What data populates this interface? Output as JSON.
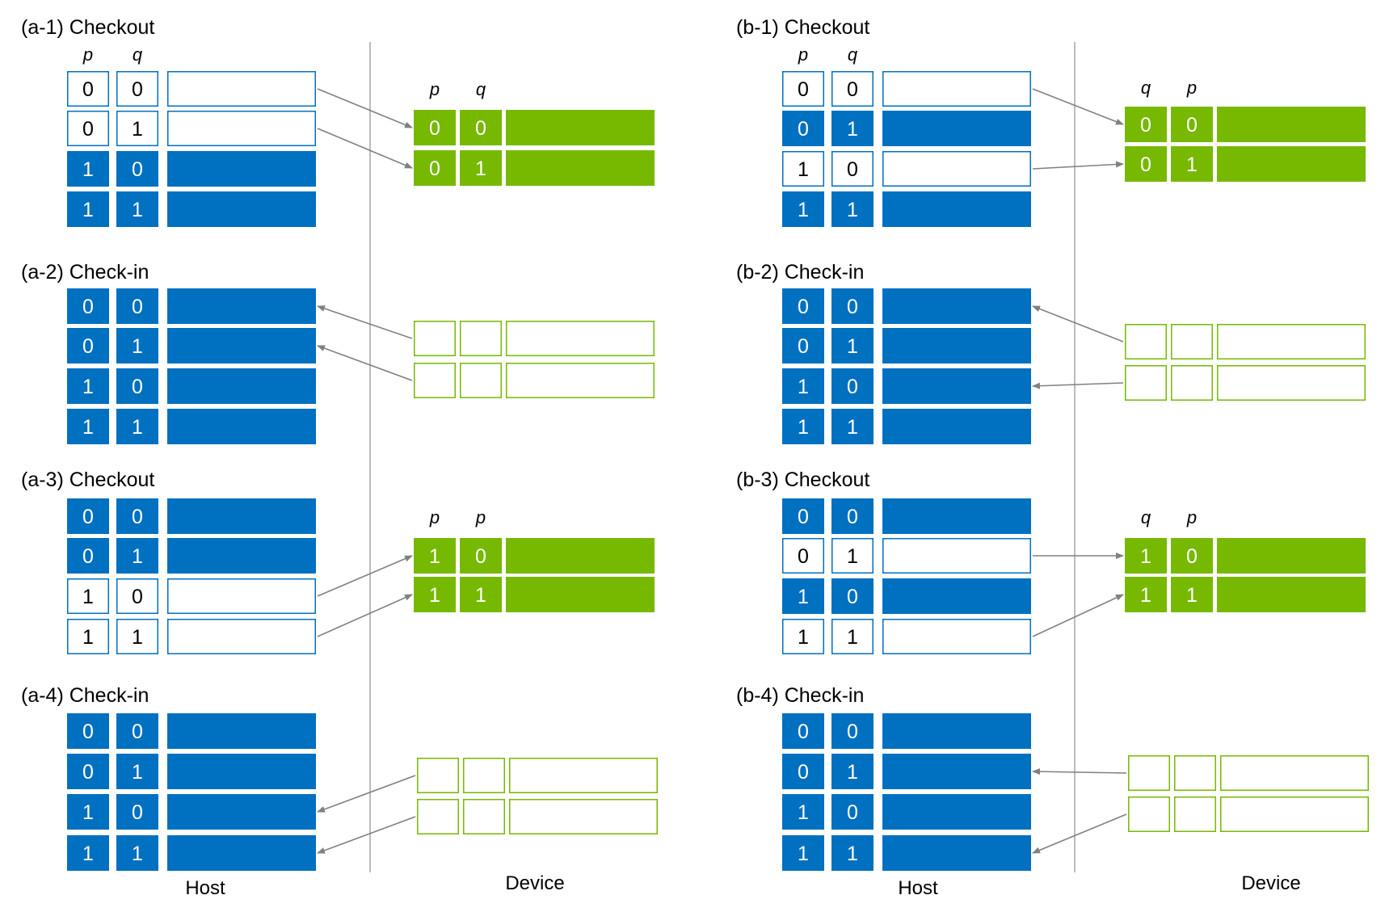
{
  "colors": {
    "host_filled": "#0070C0",
    "host_outline": "#0070C0",
    "device_filled": "#76B900",
    "device_outline": "#76B900",
    "divider": "#A6A6A6",
    "arrow": "#808080"
  },
  "labels": {
    "host_left": "Host",
    "device_left": "Device",
    "host_right": "Host",
    "device_right": "Device"
  },
  "panels": [
    {
      "id": "a-1",
      "title": "(a-1) Checkout",
      "host_header": [
        "p",
        "q"
      ],
      "device_header": [
        "p",
        "q"
      ],
      "host_rows": [
        {
          "bits": [
            "0",
            "0"
          ],
          "state": "empty"
        },
        {
          "bits": [
            "0",
            "1"
          ],
          "state": "empty"
        },
        {
          "bits": [
            "1",
            "0"
          ],
          "state": "filled"
        },
        {
          "bits": [
            "1",
            "1"
          ],
          "state": "filled"
        }
      ],
      "device_rows": [
        {
          "bits": [
            "0",
            "0"
          ],
          "state": "filled"
        },
        {
          "bits": [
            "0",
            "1"
          ],
          "state": "filled"
        }
      ],
      "direction": "to-device"
    },
    {
      "id": "a-2",
      "title": "(a-2) Check-in",
      "host_header": [],
      "device_header": [],
      "host_rows": [
        {
          "bits": [
            "0",
            "0"
          ],
          "state": "filled"
        },
        {
          "bits": [
            "0",
            "1"
          ],
          "state": "filled"
        },
        {
          "bits": [
            "1",
            "0"
          ],
          "state": "filled"
        },
        {
          "bits": [
            "1",
            "1"
          ],
          "state": "filled"
        }
      ],
      "device_rows": [
        {
          "bits": [
            "",
            ""
          ],
          "state": "empty"
        },
        {
          "bits": [
            "",
            ""
          ],
          "state": "empty"
        }
      ],
      "direction": "to-host"
    },
    {
      "id": "a-3",
      "title": "(a-3) Checkout",
      "host_header": [],
      "device_header": [
        "p",
        "p"
      ],
      "host_rows": [
        {
          "bits": [
            "0",
            "0"
          ],
          "state": "filled"
        },
        {
          "bits": [
            "0",
            "1"
          ],
          "state": "filled"
        },
        {
          "bits": [
            "1",
            "0"
          ],
          "state": "empty"
        },
        {
          "bits": [
            "1",
            "1"
          ],
          "state": "empty"
        }
      ],
      "device_rows": [
        {
          "bits": [
            "1",
            "0"
          ],
          "state": "filled"
        },
        {
          "bits": [
            "1",
            "1"
          ],
          "state": "filled"
        }
      ],
      "direction": "to-device"
    },
    {
      "id": "a-4",
      "title": "(a-4) Check-in",
      "host_header": [],
      "device_header": [],
      "host_rows": [
        {
          "bits": [
            "0",
            "0"
          ],
          "state": "filled"
        },
        {
          "bits": [
            "0",
            "1"
          ],
          "state": "filled"
        },
        {
          "bits": [
            "1",
            "0"
          ],
          "state": "filled"
        },
        {
          "bits": [
            "1",
            "1"
          ],
          "state": "filled"
        }
      ],
      "device_rows": [
        {
          "bits": [
            "",
            ""
          ],
          "state": "empty"
        },
        {
          "bits": [
            "",
            ""
          ],
          "state": "empty"
        }
      ],
      "direction": "to-host"
    },
    {
      "id": "b-1",
      "title": "(b-1) Checkout",
      "host_header": [
        "p",
        "q"
      ],
      "device_header": [
        "q",
        "p"
      ],
      "host_rows": [
        {
          "bits": [
            "0",
            "0"
          ],
          "state": "empty"
        },
        {
          "bits": [
            "0",
            "1"
          ],
          "state": "filled"
        },
        {
          "bits": [
            "1",
            "0"
          ],
          "state": "empty"
        },
        {
          "bits": [
            "1",
            "1"
          ],
          "state": "filled"
        }
      ],
      "device_rows": [
        {
          "bits": [
            "0",
            "0"
          ],
          "state": "filled"
        },
        {
          "bits": [
            "0",
            "1"
          ],
          "state": "filled"
        }
      ],
      "direction": "to-device"
    },
    {
      "id": "b-2",
      "title": "(b-2) Check-in",
      "host_header": [],
      "device_header": [],
      "host_rows": [
        {
          "bits": [
            "0",
            "0"
          ],
          "state": "filled"
        },
        {
          "bits": [
            "0",
            "1"
          ],
          "state": "filled"
        },
        {
          "bits": [
            "1",
            "0"
          ],
          "state": "filled"
        },
        {
          "bits": [
            "1",
            "1"
          ],
          "state": "filled"
        }
      ],
      "device_rows": [
        {
          "bits": [
            "",
            ""
          ],
          "state": "empty"
        },
        {
          "bits": [
            "",
            ""
          ],
          "state": "empty"
        }
      ],
      "direction": "to-host"
    },
    {
      "id": "b-3",
      "title": "(b-3) Checkout",
      "host_header": [],
      "device_header": [
        "q",
        "p"
      ],
      "host_rows": [
        {
          "bits": [
            "0",
            "0"
          ],
          "state": "filled"
        },
        {
          "bits": [
            "0",
            "1"
          ],
          "state": "empty"
        },
        {
          "bits": [
            "1",
            "0"
          ],
          "state": "filled"
        },
        {
          "bits": [
            "1",
            "1"
          ],
          "state": "empty"
        }
      ],
      "device_rows": [
        {
          "bits": [
            "1",
            "0"
          ],
          "state": "filled"
        },
        {
          "bits": [
            "1",
            "1"
          ],
          "state": "filled"
        }
      ],
      "direction": "to-device"
    },
    {
      "id": "b-4",
      "title": "(b-4) Check-in",
      "host_header": [],
      "device_header": [],
      "host_rows": [
        {
          "bits": [
            "0",
            "0"
          ],
          "state": "filled"
        },
        {
          "bits": [
            "0",
            "1"
          ],
          "state": "filled"
        },
        {
          "bits": [
            "1",
            "0"
          ],
          "state": "filled"
        },
        {
          "bits": [
            "1",
            "1"
          ],
          "state": "filled"
        }
      ],
      "device_rows": [
        {
          "bits": [
            "",
            ""
          ],
          "state": "empty"
        },
        {
          "bits": [
            "",
            ""
          ],
          "state": "empty"
        }
      ],
      "direction": "to-host"
    }
  ]
}
